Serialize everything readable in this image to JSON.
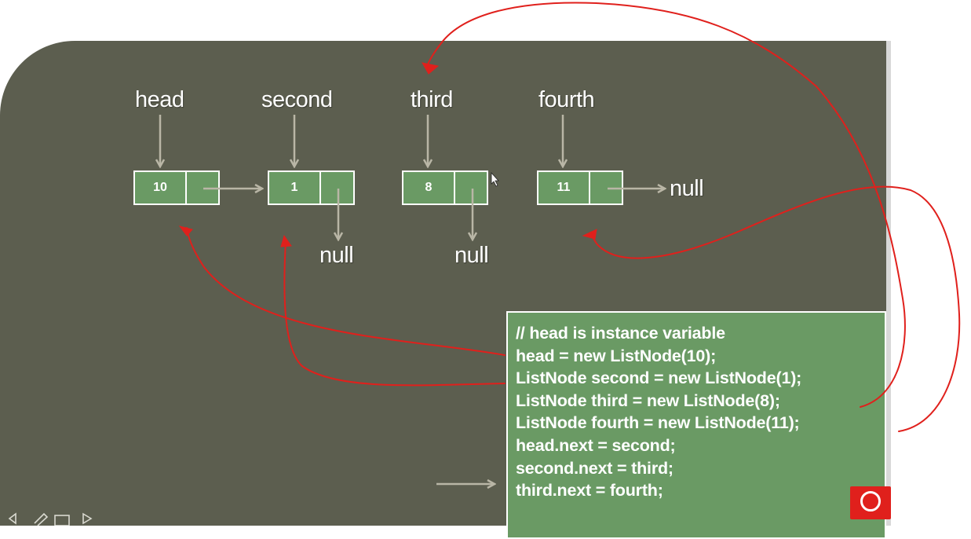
{
  "variables": [
    {
      "name": "head"
    },
    {
      "name": "second"
    },
    {
      "name": "third"
    },
    {
      "name": "fourth"
    }
  ],
  "nodes": [
    {
      "value": "10"
    },
    {
      "value": "1"
    },
    {
      "value": "8"
    },
    {
      "value": "11"
    }
  ],
  "null_labels": [
    "null",
    "null",
    "null"
  ],
  "code_lines": [
    "// head is instance variable",
    "head = new ListNode(10);",
    "ListNode second = new ListNode(1);",
    "ListNode third = new ListNode(8);",
    "ListNode fourth = new ListNode(11);",
    "head.next = second;",
    "second.next = third;",
    "third.next = fourth;"
  ],
  "colors": {
    "slide_background": "#5c5e4f",
    "node_fill": "#6a9a64",
    "annotation": "#e0201c",
    "pointer_arrow": "#b9b6a6"
  },
  "icons": [
    "slide-nav-icons",
    "recording-logo-icon"
  ]
}
